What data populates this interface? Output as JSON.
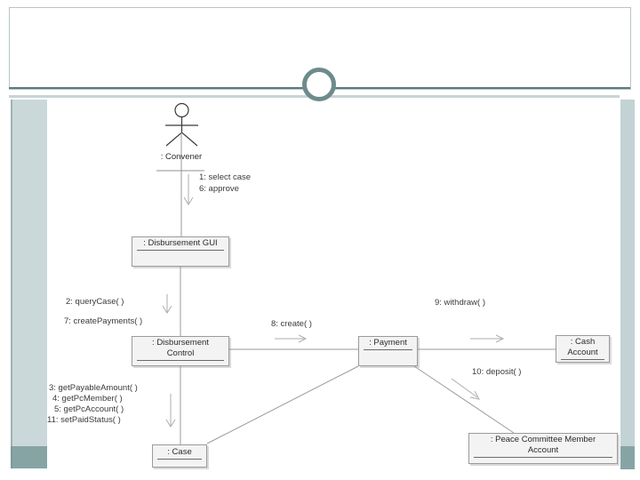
{
  "slide": {
    "colors": {
      "accent_ring": "#6e8b8b",
      "rule_dark": "#5f7a7a",
      "rule_light": "#c9d3d6",
      "bar_light": "#cbd8da",
      "bar_dark": "#87a4a4",
      "box_fill": "#f3f3f3",
      "box_border": "#9a9a9a",
      "link_line": "#9a9a9a",
      "arrow_line": "#aeaeae"
    }
  },
  "diagram": {
    "actor": {
      "label": ": Convener"
    },
    "boxes": {
      "gui": {
        "line1": ": Disbursement GUI"
      },
      "control": {
        "line1": ": Disbursement",
        "line2": "Control"
      },
      "payment": {
        "line1": ": Payment"
      },
      "cash": {
        "line1": ": Cash",
        "line2": "Account"
      },
      "case": {
        "line1": ": Case"
      },
      "pcma": {
        "line1": ": Peace Committee Member",
        "line2": "Account"
      }
    },
    "messages": {
      "m1": "1: select case",
      "m6": "6: approve",
      "m2": "2: queryCase( )",
      "m7": "7: createPayments( )",
      "m3": "3: getPayableAmount( )",
      "m4": "4: getPcMember( )",
      "m5": "5: getPcAccount( )",
      "m11": "11: setPaidStatus( )",
      "m8": "8: create( )",
      "m9": "9: withdraw( )",
      "m10": "10: deposit( )"
    }
  }
}
